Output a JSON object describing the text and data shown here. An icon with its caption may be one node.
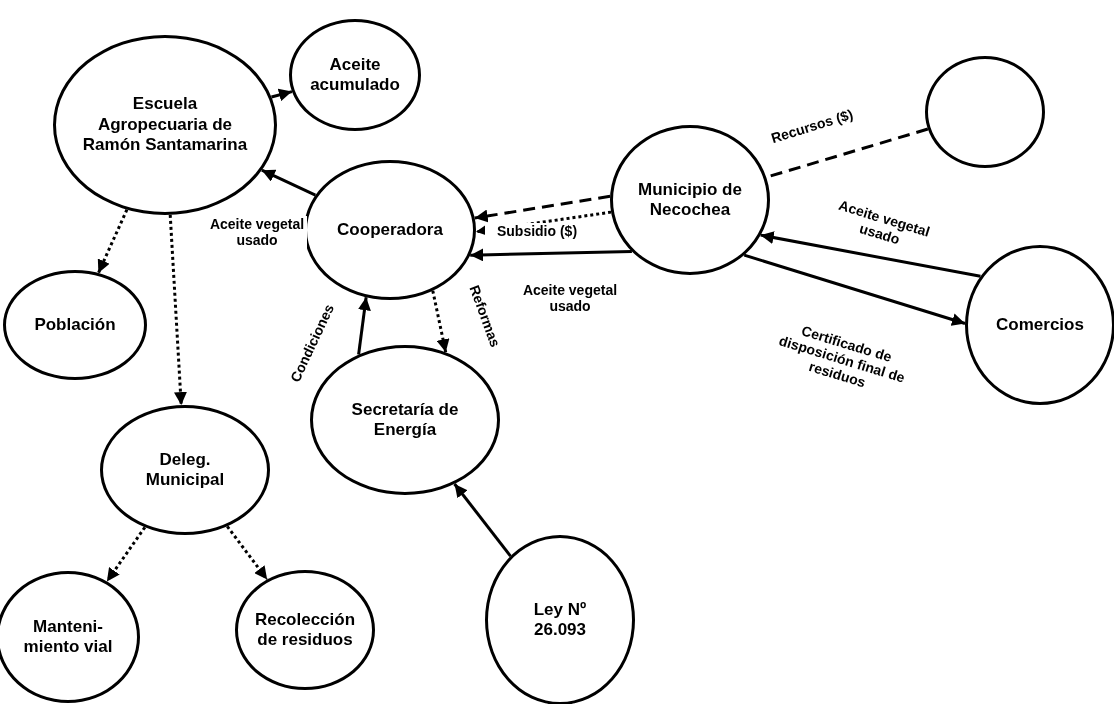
{
  "diagram": {
    "nodes": [
      {
        "text": [
          "Escuela Agropecuaria de Ramón Santamarina"
        ]
      },
      {
        "text": [
          "Aceite acumulado"
        ]
      },
      {
        "text": [],
        "shape": "circle"
      },
      {
        "text": [
          "Municipio de Necochea"
        ]
      },
      {
        "text": [
          "Cooperadora"
        ]
      },
      {
        "text": [
          "Población"
        ]
      },
      {
        "text": [
          "Comercios"
        ]
      },
      {
        "text": [
          "Secretaría de Energía"
        ]
      },
      {
        "text": [
          "Deleg. Municipal"
        ]
      },
      {
        "text": [
          "Manteni- miento vial"
        ]
      },
      {
        "text": [
          "Recolección de residuos"
        ]
      },
      {
        "text": [
          "Ley Nº 26.093"
        ]
      }
    ],
    "edges": [
      {
        "from": 0,
        "to": 1,
        "arrow": "to"
      },
      {
        "from": 2,
        "to": 3,
        "arrow": "none",
        "style": "dashed",
        "label": "Recursos ($)"
      },
      {
        "from": 3,
        "to": 4,
        "arrow": "to",
        "style": "dashed"
      },
      {
        "from": 3,
        "to": 4,
        "arrow": "to",
        "style": "dashed",
        "label": "Subsidio ($)"
      },
      {
        "from": 3,
        "to": 4,
        "arrow": "to",
        "label": "Aceite vegetal usado"
      },
      {
        "from": 4,
        "to": 0,
        "arrow": "to",
        "label": "Aceite vegetal usado"
      },
      {
        "from": 6,
        "to": 3,
        "arrow": "to",
        "label": "Aceite vegetal usado"
      },
      {
        "from": 3,
        "to": 6,
        "arrow": "to",
        "label": "Certificado de disposición final de residuos"
      },
      {
        "from": 0,
        "to": 5,
        "arrow": "to",
        "style": "dashed"
      },
      {
        "from": 0,
        "to": 8,
        "arrow": "to",
        "style": "dashed"
      },
      {
        "from": 7,
        "to": 4,
        "arrow": "to",
        "label": "Condiciones"
      },
      {
        "from": 4,
        "to": 7,
        "arrow": "to",
        "style": "dashed",
        "label": "Reformas"
      },
      {
        "from": 11,
        "to": 7,
        "arrow": "to"
      },
      {
        "from": 8,
        "to": 9,
        "arrow": "to",
        "style": "dashed"
      },
      {
        "from": 8,
        "to": 10,
        "arrow": "to",
        "style": "dashed"
      }
    ]
  }
}
